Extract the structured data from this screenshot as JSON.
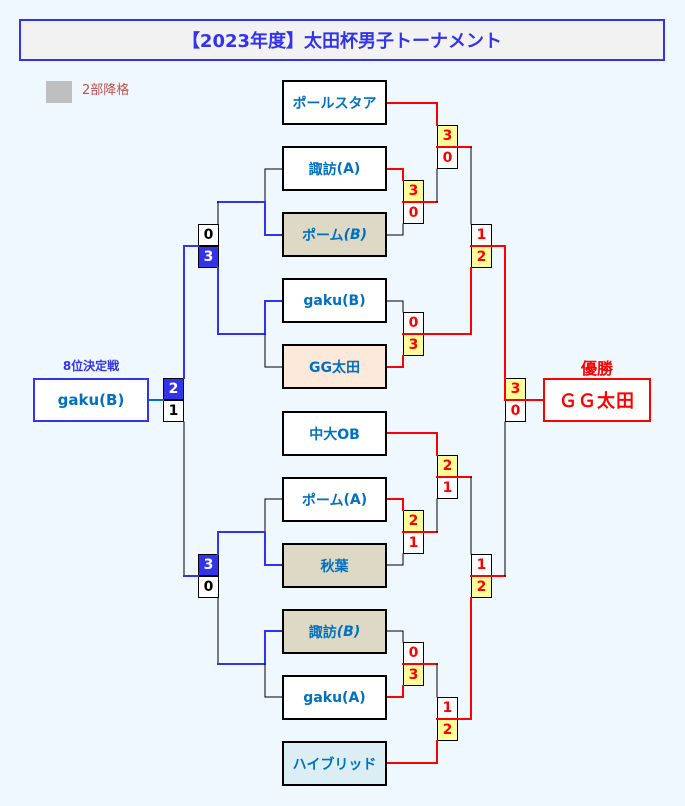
{
  "title": "【2023年度】太田杯男子トーナメント",
  "legend": {
    "swatch_color": "#bfbfbf",
    "label": "2部降格"
  },
  "colors": {
    "win_line": "#ff0000",
    "placement_line": "#3333ee",
    "placement_connector": "#0070c0",
    "neutral_line": "#000000",
    "team_text": "#0070c0",
    "win_score_bg": "#ffff99",
    "placement_win_bg": "#3333ee"
  },
  "teams": [
    {
      "main": "ポールスタア",
      "suffix": "",
      "italic_suffix": false,
      "bg": "#ffffff"
    },
    {
      "main": "諏訪",
      "suffix": "(A)",
      "italic_suffix": false,
      "bg": "#ffffff"
    },
    {
      "main": "ポーム",
      "suffix": "(B)",
      "italic_suffix": true,
      "bg": "#ddd9c4"
    },
    {
      "main": "gaku",
      "suffix": "(B)",
      "italic_suffix": false,
      "bg": "#ffffff"
    },
    {
      "main": "GG太田",
      "suffix": "",
      "italic_suffix": false,
      "bg": "#fde9d9"
    },
    {
      "main": "中大OB",
      "suffix": "",
      "italic_suffix": false,
      "bg": "#ffffff"
    },
    {
      "main": "ポーム",
      "suffix": "(A)",
      "italic_suffix": false,
      "bg": "#ffffff"
    },
    {
      "main": "秋葉",
      "suffix": "",
      "italic_suffix": false,
      "bg": "#ddd9c4"
    },
    {
      "main": "諏訪",
      "suffix": "(B)",
      "italic_suffix": true,
      "bg": "#ddd9c4"
    },
    {
      "main": "gaku",
      "suffix": "(A)",
      "italic_suffix": false,
      "bg": "#ffffff"
    },
    {
      "main": "ハイブリッド",
      "suffix": "",
      "italic_suffix": false,
      "bg": "#daeef3"
    }
  ],
  "main_bracket": [
    {
      "teams": [
        "諏訪(A)",
        "ポーム(B)"
      ],
      "scores": [
        "3",
        "0"
      ],
      "winner": 0
    },
    {
      "teams": [
        "gaku(B)",
        "GG太田"
      ],
      "scores": [
        "0",
        "3"
      ],
      "winner": 1
    },
    {
      "teams": [
        "ポーム(A)",
        "秋葉"
      ],
      "scores": [
        "2",
        "1"
      ],
      "winner": 0
    },
    {
      "teams": [
        "諏訪(B)",
        "gaku(A)"
      ],
      "scores": [
        "0",
        "3"
      ],
      "winner": 1
    },
    {
      "teams": [
        "ポールスタア",
        "諏訪(A)"
      ],
      "scores": [
        "3",
        "0"
      ],
      "winner": 0
    },
    {
      "teams": [
        "中大OB",
        "ポーム(A)"
      ],
      "scores": [
        "2",
        "1"
      ],
      "winner": 0
    },
    {
      "teams": [
        "gaku(A)",
        "ハイブリッド"
      ],
      "scores": [
        "1",
        "2"
      ],
      "winner": 1
    },
    {
      "teams": [
        "ポールスタア",
        "GG太田"
      ],
      "scores": [
        "1",
        "2"
      ],
      "winner": 1
    },
    {
      "teams": [
        "中大OB",
        "ハイブリッド"
      ],
      "scores": [
        "1",
        "2"
      ],
      "winner": 1
    },
    {
      "teams": [
        "GG太田",
        "ハイブリッド"
      ],
      "scores": [
        "3",
        "0"
      ],
      "winner": 0
    }
  ],
  "placement_bracket": [
    {
      "teams": [
        "ポーム(B)",
        "gaku(B)"
      ],
      "scores": [
        "0",
        "3"
      ],
      "winner": 1
    },
    {
      "teams": [
        "秋葉",
        "諏訪(B)"
      ],
      "scores": [
        "3",
        "0"
      ],
      "winner": 0
    },
    {
      "teams": [
        "gaku(B)",
        "秋葉"
      ],
      "scores": [
        "2",
        "1"
      ],
      "winner": 0
    }
  ],
  "placement": {
    "label": "8位決定戦",
    "team": "gaku(B)"
  },
  "champion": {
    "label": "優勝",
    "team": "ＧＧ太田"
  }
}
